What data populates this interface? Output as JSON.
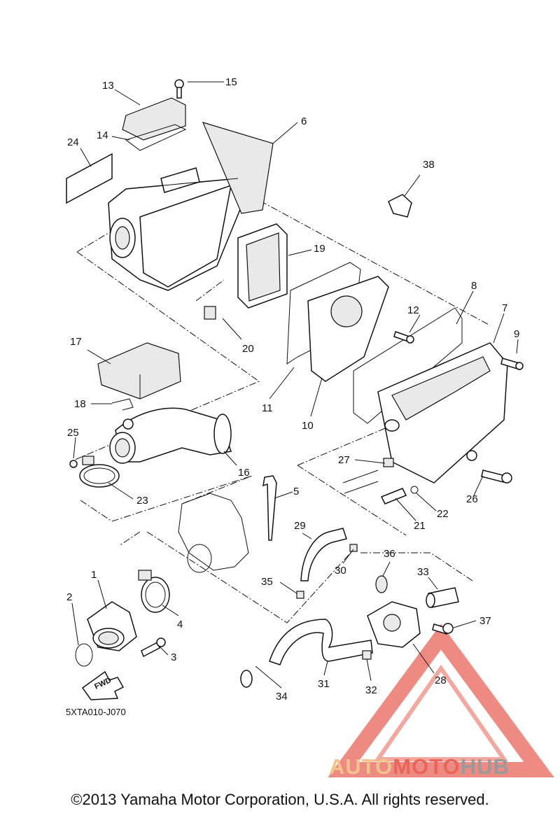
{
  "diagram": {
    "code": "5XTA010-J070",
    "fwd_label": "FWD",
    "copyright": "©2013 Yamaha Motor Corporation, U.S.A. All rights reserved.",
    "watermark": {
      "part1": "AUTO",
      "part2": "MOTO",
      "part3": "HUB"
    },
    "callouts": [
      "1",
      "2",
      "3",
      "4",
      "5",
      "6",
      "7",
      "8",
      "9",
      "10",
      "11",
      "12",
      "13",
      "14",
      "15",
      "16",
      "17",
      "18",
      "19",
      "20",
      "21",
      "22",
      "23",
      "24",
      "25",
      "26",
      "27",
      "28",
      "29",
      "30",
      "31",
      "32",
      "33",
      "34",
      "35",
      "36",
      "37",
      "38"
    ]
  },
  "colors": {
    "line": "#111111",
    "watermark_red": "#e8655a",
    "watermark_tan": "#f2c38a",
    "watermark_gray": "#9a9a9a"
  }
}
